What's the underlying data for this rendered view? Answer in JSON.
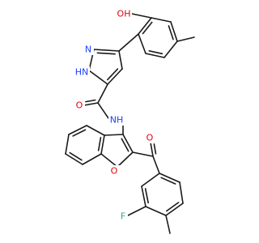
{
  "atoms": {
    "oh": {
      "text": "OH",
      "color": "#e8000b"
    },
    "n_pyr": {
      "text": "N",
      "color": "#1f3fff"
    },
    "nh_pyr": {
      "text": "HN",
      "color": "#1f3fff"
    },
    "o_amide": {
      "text": "O",
      "color": "#e8000b"
    },
    "nh_amide": {
      "text": "NH",
      "color": "#1f3fff"
    },
    "o_ketone": {
      "text": "O",
      "color": "#e8000b"
    },
    "o_furan": {
      "text": "O",
      "color": "#e8000b"
    },
    "f": {
      "text": "F",
      "color": "#2bb673"
    }
  }
}
